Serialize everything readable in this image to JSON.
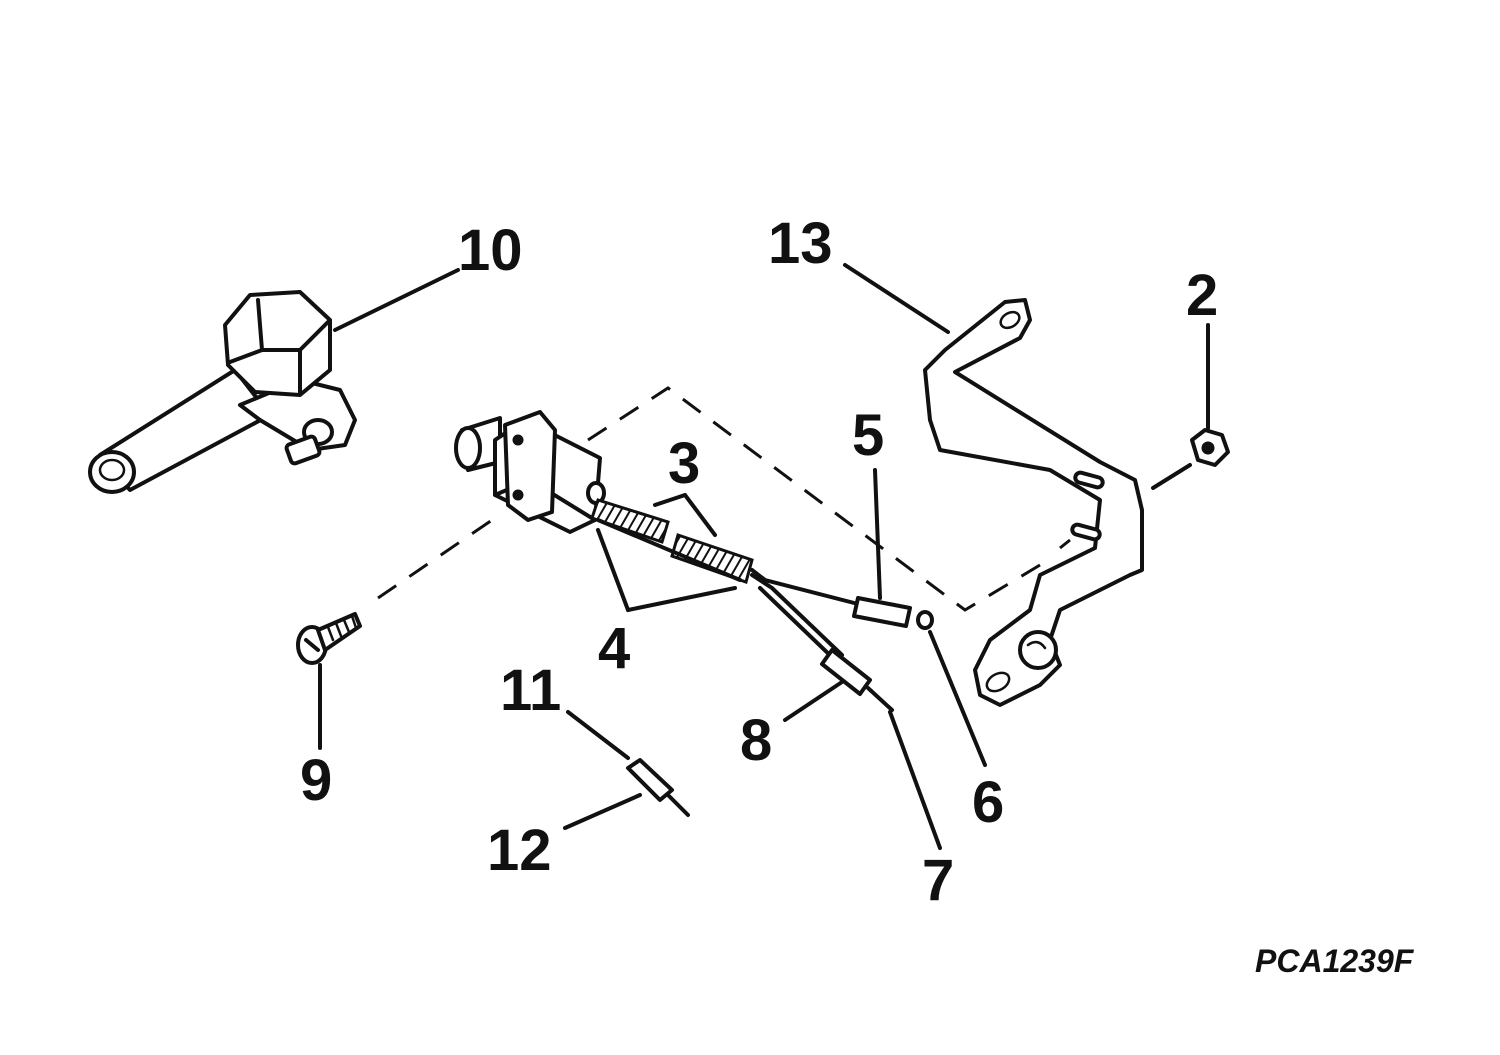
{
  "diagram": {
    "figure_id": "PCA1239F",
    "callouts": {
      "c2": "2",
      "c3": "3",
      "c4": "4",
      "c5": "5",
      "c6": "6",
      "c7": "7",
      "c8": "8",
      "c9": "9",
      "c10": "10",
      "c11": "11",
      "c12": "12",
      "c13": "13"
    },
    "colors": {
      "ink": "#111111",
      "paper": "#ffffff"
    }
  }
}
